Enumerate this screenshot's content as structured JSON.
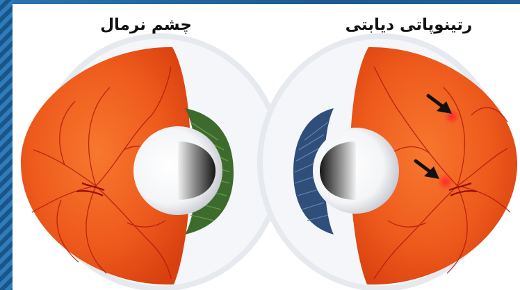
{
  "labels": {
    "normal_eye": "چشم نرمال",
    "diabetic_retinopathy": "رتینوپاتی دیابتی"
  },
  "colors": {
    "background_blue": "#1f5f95",
    "panel": "#ffffff",
    "retina_orange": "#ef5a1c",
    "vessel_red": "#b3170f",
    "iris_normal_green": "#3d6b2e",
    "iris_diabetic_blue": "#2f4f7a",
    "arrow": "#111111"
  },
  "icons": [
    "normal-eye-illustration",
    "diabetic-eye-illustration",
    "arrow-icon"
  ]
}
